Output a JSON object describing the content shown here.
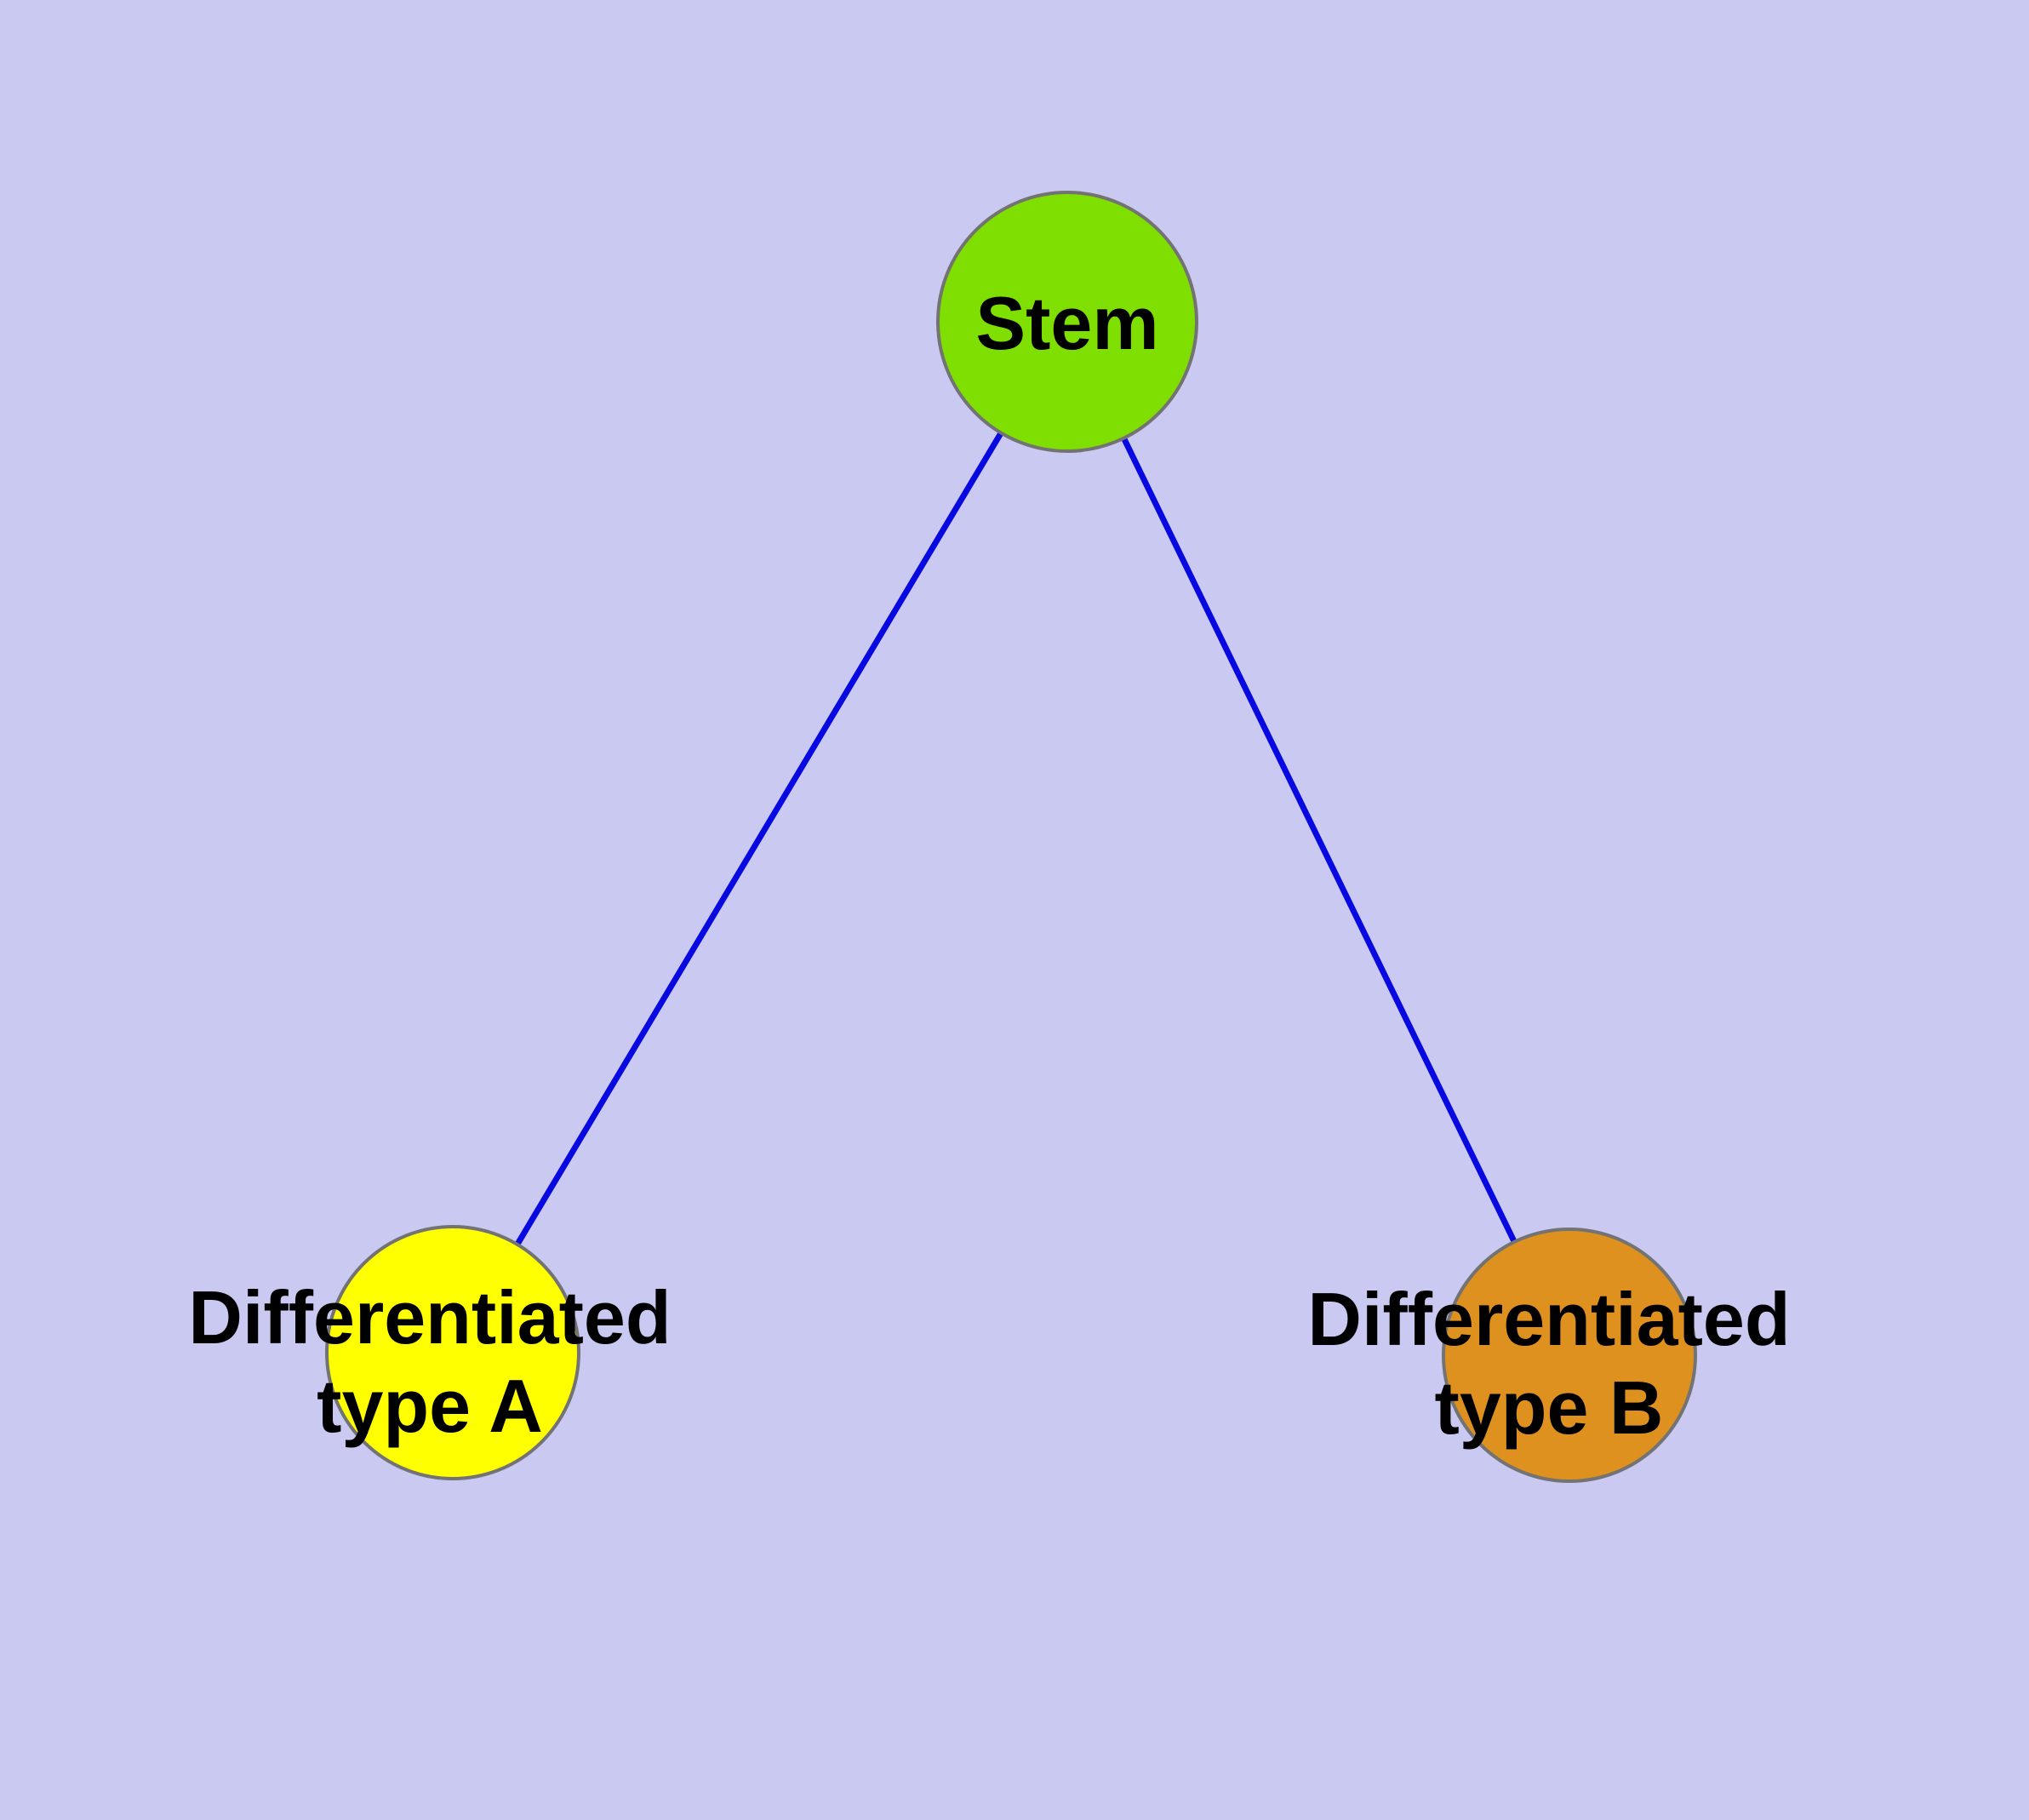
{
  "diagram": {
    "background_color": "#c9c9f2",
    "edge_color": "#0808e0",
    "node_border_color": "#737373",
    "nodes": [
      {
        "id": "stem",
        "label": "Stem",
        "color": "#7fdf00"
      },
      {
        "id": "type-a",
        "label": "Differentiated\ntype A",
        "color": "#ffff00"
      },
      {
        "id": "type-b",
        "label": "Differentiated\ntype B",
        "color": "#df911f"
      }
    ],
    "edges": [
      {
        "from": "stem",
        "to": "type-a"
      },
      {
        "from": "stem",
        "to": "type-b"
      }
    ]
  }
}
